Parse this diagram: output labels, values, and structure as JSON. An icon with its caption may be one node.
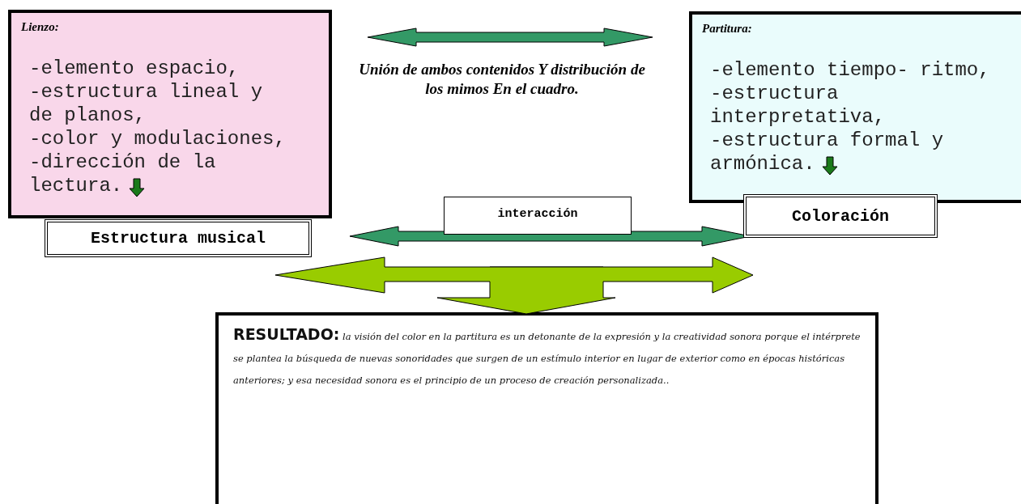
{
  "diagram": {
    "nodes": [
      {
        "text": [
          "Lienzo:",
          "-elemento espacio,",
          "-estructura lineal y de planos,",
          "-color y modulaciones,",
          "-dirección de la lectura."
        ]
      },
      {
        "text": [
          "Partitura:",
          "-elemento tiempo- ritmo,",
          "-estructura interpretativa,",
          "-estructura formal y armónica."
        ]
      },
      {
        "text": [
          "Estructura musical"
        ]
      },
      {
        "text": [
          "interacción"
        ]
      },
      {
        "text": [
          "Coloración"
        ]
      },
      {
        "text": [
          "**RESULTADO:** la visión del color en la partitura es un detonante de la expresión y la creatividad sonora porque el intérprete se plantea la búsqueda de nuevas sonoridades que surgen de un estímulo interior en lugar de exterior como en épocas históricas anteriores; y esa necesidad sonora es el principio de un proceso de creación personalizada.."
        ]
      }
    ],
    "edges": [
      {
        "from": 0,
        "to": 1,
        "arrow": "both",
        "color": "#339966"
      },
      {
        "from": 2,
        "to": 4,
        "arrow": "both",
        "color": "#339966"
      },
      {
        "from": 5,
        "to": null,
        "arrow": "to",
        "color": "#99cc00"
      },
      {
        "from": 5,
        "to": null,
        "arrow": "to",
        "color": "#99cc00"
      },
      {
        "from": null,
        "to": 5,
        "arrow": "to",
        "color": "#99cc00"
      }
    ],
    "labels": [
      "Unión de ambos contenidos Y distribución de los mimos En el cuadro."
    ]
  }
}
